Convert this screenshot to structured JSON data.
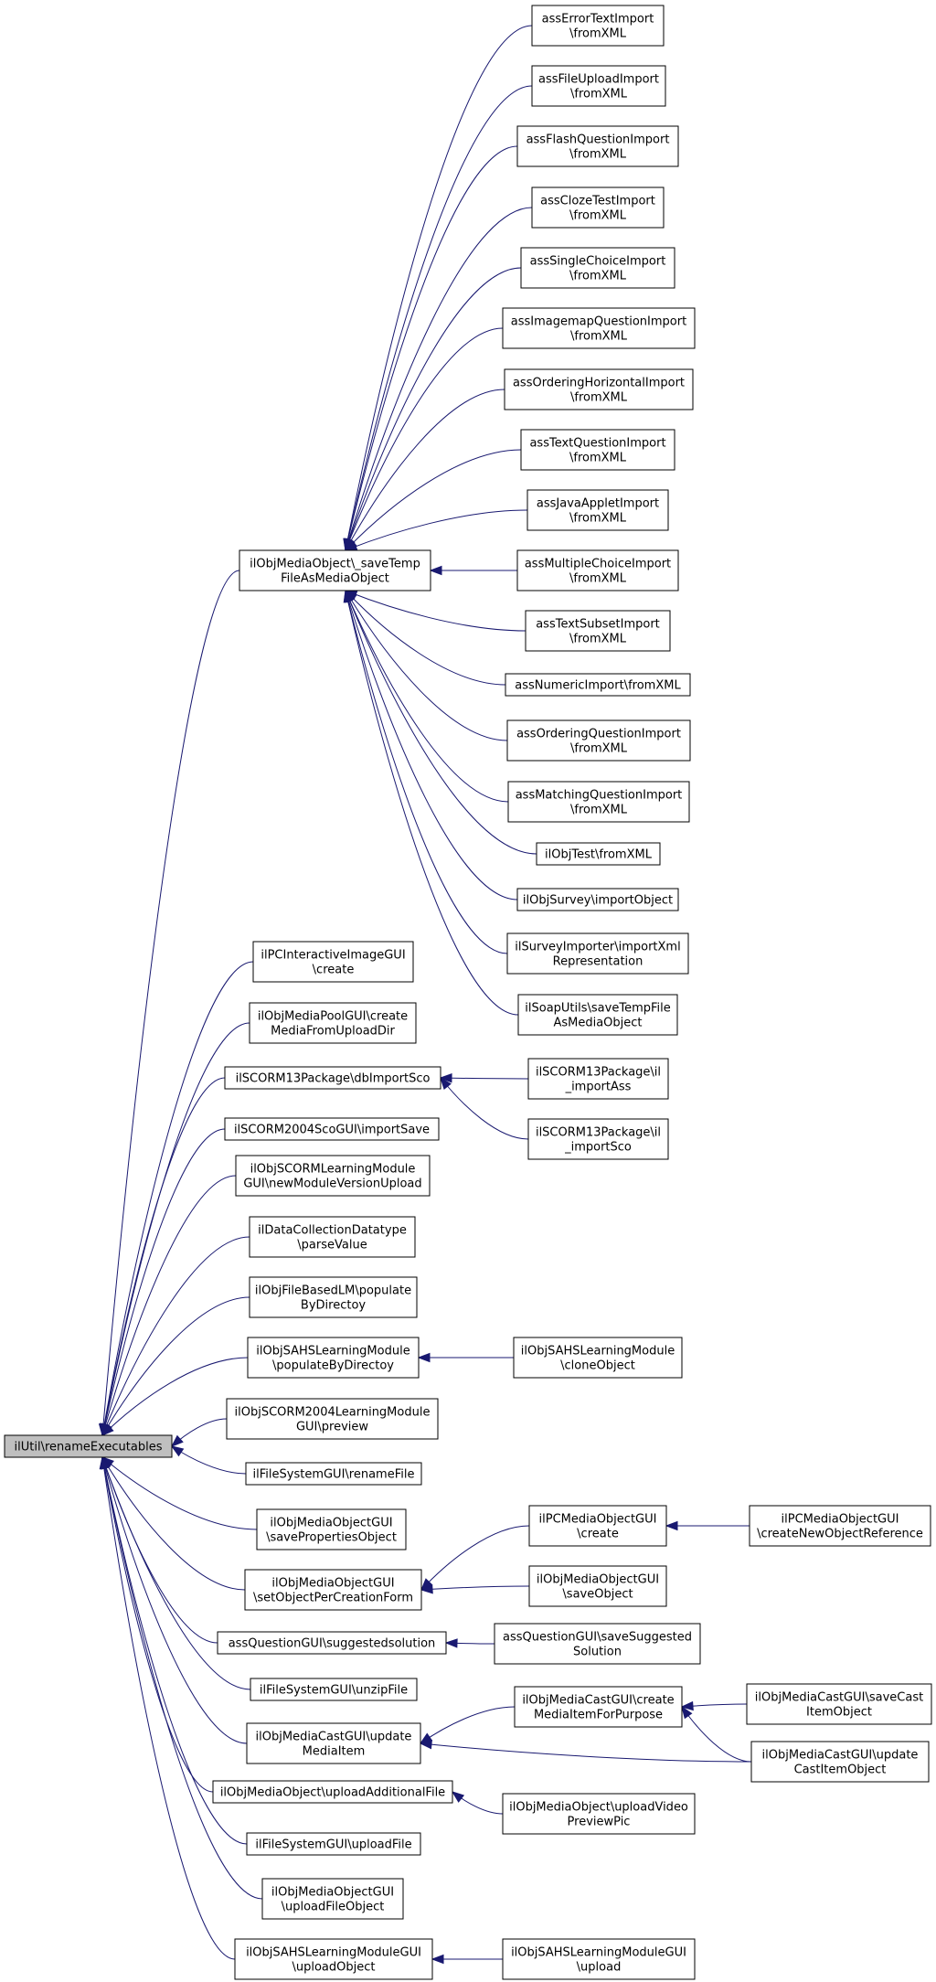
{
  "colors": {
    "edge": "#191970",
    "node_border": "#000000",
    "node_fill": "#ffffff",
    "root_fill": "#bfbfbf"
  },
  "nodes": {
    "root": {
      "lines": [
        "ilUtil\\renameExecutables"
      ]
    },
    "saveTemp": {
      "lines": [
        "ilObjMediaObject\\_saveTemp",
        "FileAsMediaObject"
      ]
    },
    "err": {
      "lines": [
        "assErrorTextImport",
        "\\fromXML"
      ]
    },
    "fileup": {
      "lines": [
        "assFileUploadImport",
        "\\fromXML"
      ]
    },
    "flash": {
      "lines": [
        "assFlashQuestionImport",
        "\\fromXML"
      ]
    },
    "cloze": {
      "lines": [
        "assClozeTestImport",
        "\\fromXML"
      ]
    },
    "single": {
      "lines": [
        "assSingleChoiceImport",
        "\\fromXML"
      ]
    },
    "imagemap": {
      "lines": [
        "assImagemapQuestionImport",
        "\\fromXML"
      ]
    },
    "ordhoriz": {
      "lines": [
        "assOrderingHorizontalImport",
        "\\fromXML"
      ]
    },
    "textq": {
      "lines": [
        "assTextQuestionImport",
        "\\fromXML"
      ]
    },
    "java": {
      "lines": [
        "assJavaAppletImport",
        "\\fromXML"
      ]
    },
    "multi": {
      "lines": [
        "assMultipleChoiceImport",
        "\\fromXML"
      ]
    },
    "subset": {
      "lines": [
        "assTextSubsetImport",
        "\\fromXML"
      ]
    },
    "numeric": {
      "lines": [
        "assNumericImport\\fromXML"
      ]
    },
    "ordq": {
      "lines": [
        "assOrderingQuestionImport",
        "\\fromXML"
      ]
    },
    "match": {
      "lines": [
        "assMatchingQuestionImport",
        "\\fromXML"
      ]
    },
    "objtest": {
      "lines": [
        "ilObjTest\\fromXML"
      ]
    },
    "survey": {
      "lines": [
        "ilObjSurvey\\importObject"
      ]
    },
    "surveyimp": {
      "lines": [
        "ilSurveyImporter\\importXml",
        "Representation"
      ]
    },
    "soap": {
      "lines": [
        "ilSoapUtils\\saveTempFile",
        "AsMediaObject"
      ]
    },
    "pcimg": {
      "lines": [
        "ilPCInteractiveImageGUI",
        "\\create"
      ]
    },
    "mpool": {
      "lines": [
        "ilObjMediaPoolGUI\\create",
        "MediaFromUploadDir"
      ]
    },
    "scorm13sco": {
      "lines": [
        "ilSCORM13Package\\dbImportSco"
      ]
    },
    "s13ass": {
      "lines": [
        "ilSCORM13Package\\il",
        "_importAss"
      ]
    },
    "s13sco": {
      "lines": [
        "ilSCORM13Package\\il",
        "_importSco"
      ]
    },
    "s2004import": {
      "lines": [
        "ilSCORM2004ScoGUI\\importSave"
      ]
    },
    "scormlm": {
      "lines": [
        "ilObjSCORMLearningModule",
        "GUI\\newModuleVersionUpload"
      ]
    },
    "datacoll": {
      "lines": [
        "ilDataCollectionDatatype",
        "\\parseValue"
      ]
    },
    "filebased": {
      "lines": [
        "ilObjFileBasedLM\\populate",
        "ByDirectoy"
      ]
    },
    "sahspop": {
      "lines": [
        "ilObjSAHSLearningModule",
        "\\populateByDirectoy"
      ]
    },
    "sahsclone": {
      "lines": [
        "ilObjSAHSLearningModule",
        "\\cloneObject"
      ]
    },
    "s2004prev": {
      "lines": [
        "ilObjSCORM2004LearningModule",
        "GUI\\preview"
      ]
    },
    "fsrename": {
      "lines": [
        "ilFileSystemGUI\\renameFile"
      ]
    },
    "mogsave": {
      "lines": [
        "ilObjMediaObjectGUI",
        "\\savePropertiesObject"
      ]
    },
    "mogset": {
      "lines": [
        "ilObjMediaObjectGUI",
        "\\setObjectPerCreationForm"
      ]
    },
    "pcmcreate": {
      "lines": [
        "ilPCMediaObjectGUI",
        "\\create"
      ]
    },
    "pcmnewref": {
      "lines": [
        "ilPCMediaObjectGUI",
        "\\createNewObjectReference"
      ]
    },
    "mogsaveobj": {
      "lines": [
        "ilObjMediaObjectGUI",
        "\\saveObject"
      ]
    },
    "asssugg": {
      "lines": [
        "assQuestionGUI\\suggestedsolution"
      ]
    },
    "asssavesugg": {
      "lines": [
        "assQuestionGUI\\saveSuggested",
        "Solution"
      ]
    },
    "fsunzip": {
      "lines": [
        "ilFileSystemGUI\\unzipFile"
      ]
    },
    "mcupd": {
      "lines": [
        "ilObjMediaCastGUI\\update",
        "MediaItem"
      ]
    },
    "mccreate": {
      "lines": [
        "ilObjMediaCastGUI\\create",
        "MediaItemForPurpose"
      ]
    },
    "mcsave": {
      "lines": [
        "ilObjMediaCastGUI\\saveCast",
        "ItemObject"
      ]
    },
    "mcupdcast": {
      "lines": [
        "ilObjMediaCastGUI\\update",
        "CastItemObject"
      ]
    },
    "moaddl": {
      "lines": [
        "ilObjMediaObject\\uploadAdditionalFile"
      ]
    },
    "movideo": {
      "lines": [
        "ilObjMediaObject\\uploadVideo",
        "PreviewPic"
      ]
    },
    "fsupload": {
      "lines": [
        "ilFileSystemGUI\\uploadFile"
      ]
    },
    "mogupfile": {
      "lines": [
        "ilObjMediaObjectGUI",
        "\\uploadFileObject"
      ]
    },
    "sahsguiup": {
      "lines": [
        "ilObjSAHSLearningModuleGUI",
        "\\uploadObject"
      ]
    },
    "sahsupload": {
      "lines": [
        "ilObjSAHSLearningModuleGUI",
        "\\upload"
      ]
    }
  },
  "edges": [
    [
      "saveTemp",
      "root"
    ],
    [
      "pcimg",
      "root"
    ],
    [
      "mpool",
      "root"
    ],
    [
      "scorm13sco",
      "root"
    ],
    [
      "s2004import",
      "root"
    ],
    [
      "scormlm",
      "root"
    ],
    [
      "datacoll",
      "root"
    ],
    [
      "filebased",
      "root"
    ],
    [
      "sahspop",
      "root"
    ],
    [
      "s2004prev",
      "root"
    ],
    [
      "fsrename",
      "root"
    ],
    [
      "mogsave",
      "root"
    ],
    [
      "mogset",
      "root"
    ],
    [
      "asssugg",
      "root"
    ],
    [
      "fsunzip",
      "root"
    ],
    [
      "mcupd",
      "root"
    ],
    [
      "moaddl",
      "root"
    ],
    [
      "fsupload",
      "root"
    ],
    [
      "mogupfile",
      "root"
    ],
    [
      "sahsguiup",
      "root"
    ],
    [
      "err",
      "saveTemp"
    ],
    [
      "fileup",
      "saveTemp"
    ],
    [
      "flash",
      "saveTemp"
    ],
    [
      "cloze",
      "saveTemp"
    ],
    [
      "single",
      "saveTemp"
    ],
    [
      "imagemap",
      "saveTemp"
    ],
    [
      "ordhoriz",
      "saveTemp"
    ],
    [
      "textq",
      "saveTemp"
    ],
    [
      "java",
      "saveTemp"
    ],
    [
      "multi",
      "saveTemp"
    ],
    [
      "subset",
      "saveTemp"
    ],
    [
      "numeric",
      "saveTemp"
    ],
    [
      "ordq",
      "saveTemp"
    ],
    [
      "match",
      "saveTemp"
    ],
    [
      "objtest",
      "saveTemp"
    ],
    [
      "survey",
      "saveTemp"
    ],
    [
      "surveyimp",
      "saveTemp"
    ],
    [
      "soap",
      "saveTemp"
    ],
    [
      "s13ass",
      "scorm13sco"
    ],
    [
      "s13sco",
      "scorm13sco"
    ],
    [
      "sahsclone",
      "sahspop"
    ],
    [
      "pcmcreate",
      "mogset"
    ],
    [
      "mogsaveobj",
      "mogset"
    ],
    [
      "pcmnewref",
      "pcmcreate"
    ],
    [
      "asssavesugg",
      "asssugg"
    ],
    [
      "mccreate",
      "mcupd"
    ],
    [
      "mcupdcast",
      "mcupd"
    ],
    [
      "mcsave",
      "mccreate"
    ],
    [
      "mcupdcast",
      "mccreate"
    ],
    [
      "movideo",
      "moaddl"
    ],
    [
      "sahsupload",
      "sahsguiup"
    ]
  ]
}
